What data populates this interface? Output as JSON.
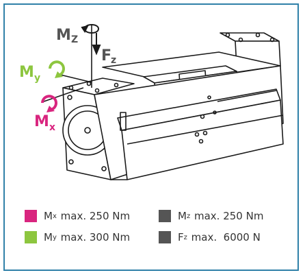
{
  "diagram": {
    "labels": {
      "mz_letter": "M",
      "mz_sub": "Z",
      "fz_letter": "F",
      "fz_sub": "z",
      "my_letter": "M",
      "my_sub": "y",
      "mx_letter": "M",
      "mx_sub": "x"
    }
  },
  "legend": [
    {
      "symbol": "M",
      "sub": "x",
      "text": "max. 250 Nm",
      "color": "#d9257f"
    },
    {
      "symbol": "M",
      "sub": "y",
      "text": "max. 300 Nm",
      "color": "#8dc63f"
    },
    {
      "symbol": "M",
      "sub": "z",
      "text": "max. 250 Nm",
      "color": "#555555"
    },
    {
      "symbol": "F",
      "sub": "z",
      "text": "max.  6000 N",
      "color": "#555555"
    }
  ],
  "colors": {
    "border": "#2f80a8",
    "mx": "#d9257f",
    "my": "#8dc63f",
    "neutral": "#555555"
  }
}
